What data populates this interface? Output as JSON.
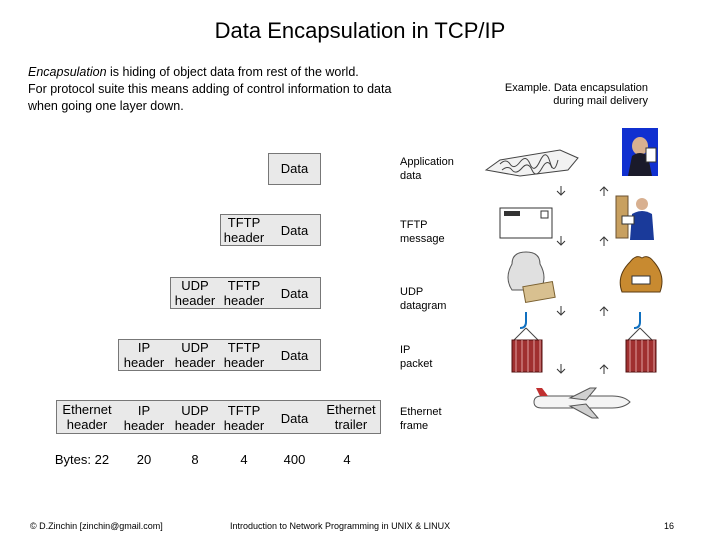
{
  "title": "Data Encapsulation in TCP/IP",
  "intro": {
    "em": "Encapsulation",
    "line1_rest": " is hiding of object data from rest of the world.",
    "line2": "For protocol suite this means adding of control information to data",
    "line3": "when going one layer down."
  },
  "example": {
    "line1": "Example. Data encapsulation",
    "line2": "during mail delivery"
  },
  "cells": {
    "data": "Data",
    "tftp_header": "TFTP header",
    "udp_header": "UDP header",
    "ip_header": "IP header",
    "ethernet_header": "Ethernet header",
    "ethernet_trailer": "Ethernet trailer"
  },
  "layer_labels": [
    "Application data",
    "TFTP message",
    "UDP datagram",
    "IP packet",
    "Ethernet frame"
  ],
  "bytes": [
    "Bytes: 22",
    "20",
    "8",
    "4",
    "400",
    "4"
  ],
  "footer": {
    "left": "© D.Zinchin [zinchin@gmail.com]",
    "center": "Introduction to Network Programming in UNIX & LINUX",
    "page": "16"
  }
}
